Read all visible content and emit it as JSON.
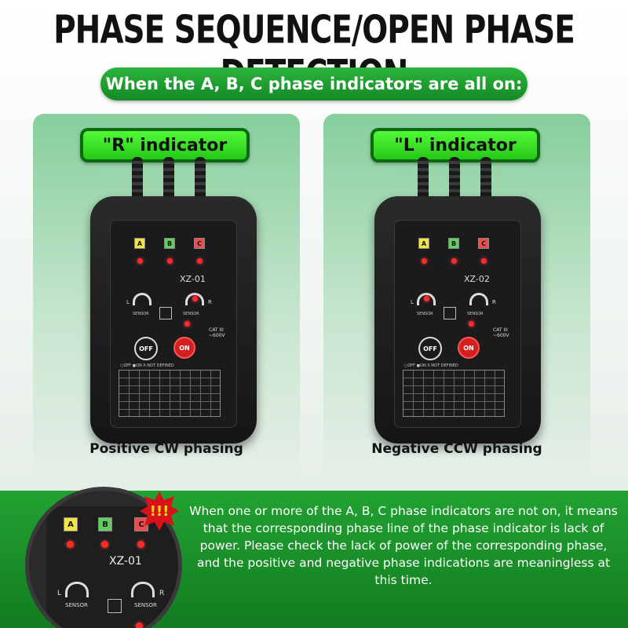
{
  "title": "PHASE SEQUENCE/OPEN PHASE DETECTION",
  "subtitle": "When the A, B, C phase indicators are all on:",
  "left_panel": {
    "indicator": "\"R\" indicator",
    "model": "XZ-01",
    "caption": "Positive CW phasing"
  },
  "right_panel": {
    "indicator": "\"L\" indicator",
    "model": "XZ-02",
    "caption": "Negative CCW phasing"
  },
  "device": {
    "phase_a": "A",
    "phase_b": "B",
    "phase_c": "C",
    "rot_left": "L",
    "rot_right": "R",
    "sensor": "SENSOR",
    "off": "OFF",
    "on": "ON",
    "cat": "CAT III",
    "voltage": "~600V",
    "legend": "○OFF ●ON X NOT DEFINED"
  },
  "zoom": {
    "model": "XZ-01",
    "warn": "!!!"
  },
  "bottom_text": "When one or more of the A, B, C phase indicators are not on, it means that the corresponding phase line of the phase indicator is lack of power. Please check the lack of power of the corresponding phase, and the positive and negative phase indications are meaningless at this time.",
  "colors": {
    "accent_green": "#1f9a2e",
    "indicator_green": "#3ee22a",
    "led_red": "#ff2a2a"
  }
}
